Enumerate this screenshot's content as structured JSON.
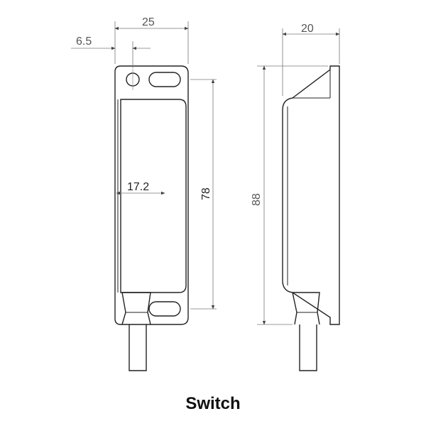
{
  "caption": "Switch",
  "dimensions": {
    "front_width": "25",
    "hole_offset": "6.5",
    "inner_width": "17.2",
    "hole_spacing": "78",
    "side_width": "20",
    "total_height": "88"
  },
  "colors": {
    "outline": "#222222",
    "dimension": "#777777"
  }
}
